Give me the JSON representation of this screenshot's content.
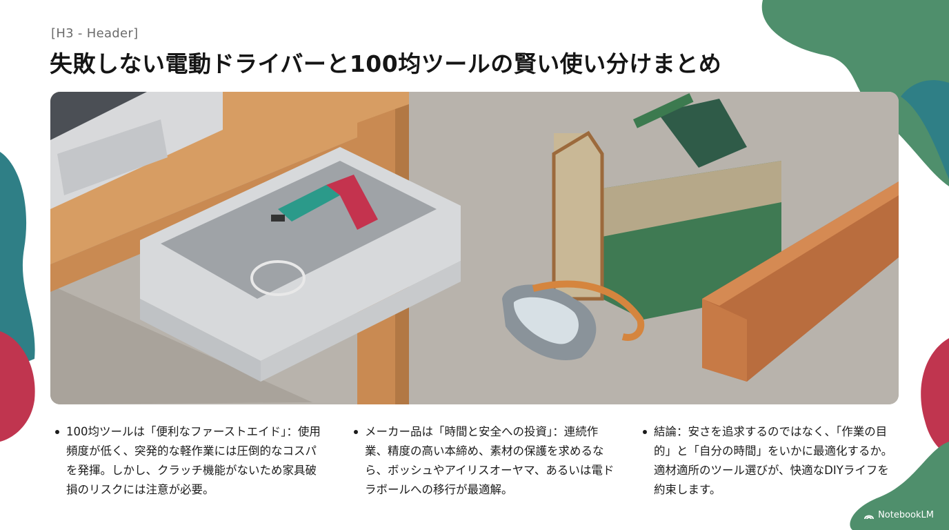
{
  "header": {
    "kicker": "[H3 - Header]",
    "title": "失敗しない電動ドライバーと100均ツールの賢い使い分けまとめ"
  },
  "hero": {
    "subject": "illustration"
  },
  "bullets": [
    {
      "text": "100均ツールは「便利なファーストエイド」：使用頻度が低く、突発的な軽作業には圧倒的なコスパを発揮。しかし、クラッチ機能がないため家具破損のリスクには注意が必要。"
    },
    {
      "text": "メーカー品は「時間と安全への投資」：連続作業、精度の高い本締め、素材の保護を求めるなら、ボッシュやアイリスオーヤマ、あるいは電ドラボールへの移行が最適解。"
    },
    {
      "text": "結論：安さを追求するのではなく、「作業の目的」と「自分の時間」をいかに最適化するか。適材適所のツール選びが、快適なDIYライフを約束します。"
    }
  ],
  "brand": {
    "label": "NotebookLM",
    "icon": "notebooklm-icon"
  },
  "colors": {
    "teal": "#2f7f86",
    "green": "#4f8f6c",
    "crimson": "#c0354f"
  }
}
